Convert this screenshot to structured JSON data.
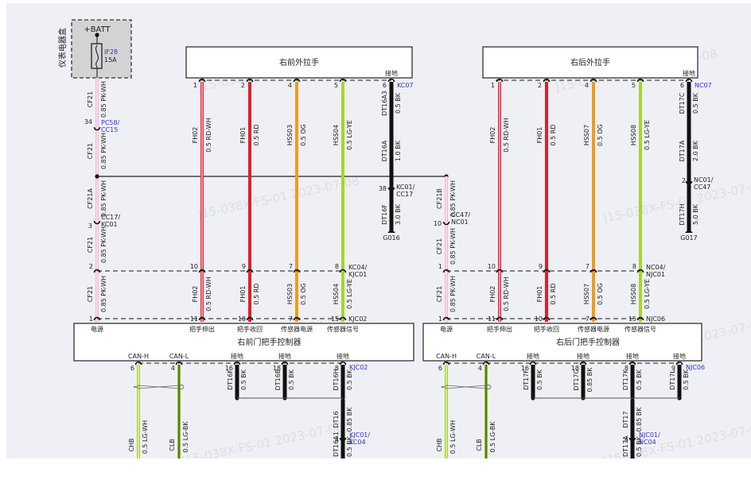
{
  "watermark": "J15-038X-FS-01 2023-07-08",
  "fuse_box": {
    "title": "仪表电器盒",
    "supply": "+BATT",
    "fuse_id": "IF28",
    "fuse_rating": "15A"
  },
  "splices": {
    "top_left": {
      "pin": "34",
      "name": "PC58/\nCC15"
    },
    "cc17": {
      "pin": "3",
      "name": "CC17/\nKC01"
    },
    "kc01": {
      "pin": "38",
      "name": "KC01/\nCC17"
    },
    "cc47": {
      "pin": "10",
      "name": "CC47/\nNC01"
    },
    "nc01": {
      "pin": "2",
      "name": "NC01/\nCC47"
    }
  },
  "grounds": {
    "front": "G016",
    "rear": "G017"
  },
  "front_handle": {
    "title": "右前外拉手",
    "ground_label": "接地",
    "connector": "KC07",
    "pins": [
      {
        "pin": "1",
        "circuit": "FH02",
        "wire": "0.5 RD-WH",
        "color": "RD-WH"
      },
      {
        "pin": "2",
        "circuit": "FH01",
        "wire": "0.5 RD",
        "color": "RD"
      },
      {
        "pin": "4",
        "circuit": "HSS03",
        "wire": "0.5 OG",
        "color": "OG"
      },
      {
        "pin": "5",
        "circuit": "HSS04",
        "wire": "0.5 LG-YE",
        "color": "LG-YE"
      },
      {
        "pin": "6",
        "circuit": "DT16A3",
        "wire": "0.5 BK",
        "color": "BK"
      }
    ],
    "ground_segments": [
      {
        "circuit": "DT16A",
        "wire": "1.0 BK"
      },
      {
        "circuit": "DT16F",
        "wire": "3.0 BK"
      }
    ]
  },
  "rear_handle": {
    "title": "右后外拉手",
    "ground_label": "接地",
    "connector": "NC07",
    "pins": [
      {
        "pin": "1",
        "circuit": "FH02",
        "wire": "0.5 RD-WH",
        "color": "RD-WH"
      },
      {
        "pin": "2",
        "circuit": "FH01",
        "wire": "0.5 RD",
        "color": "RD"
      },
      {
        "pin": "4",
        "circuit": "HSS07",
        "wire": "0.5 OG",
        "color": "OG"
      },
      {
        "pin": "5",
        "circuit": "HSS08",
        "wire": "0.5 LG-YE",
        "color": "LG-YE"
      },
      {
        "pin": "6",
        "circuit": "DT17C",
        "wire": "0.5 BK",
        "color": "BK"
      }
    ],
    "ground_segments": [
      {
        "circuit": "DT17A",
        "wire": "2.0 BK"
      },
      {
        "circuit": "DT17H",
        "wire": "5.0 BK"
      }
    ]
  },
  "power_feed": [
    {
      "circuit": "CF21",
      "wire": "0.85 PK-WH"
    },
    {
      "circuit": "CF21",
      "wire": "0.85 PK-WH"
    },
    {
      "circuit": "CF21A",
      "wire": "0.85 PK-WH"
    },
    {
      "circuit": "CF21",
      "wire": "0.85 PK-WH"
    },
    {
      "circuit": "CF21B",
      "wire": "0.85 PK-WH"
    },
    {
      "circuit": "CF21",
      "wire": "0.85 PK-WH"
    }
  ],
  "front_inline": {
    "connector_upper": "KC04/\nKJC01",
    "connector_lower": "KJC02",
    "upper_pins": [
      "2",
      "10",
      "9",
      "7",
      "8"
    ],
    "lower_pins": [
      "1",
      "11",
      "10",
      "7",
      "15"
    ],
    "wires": [
      {
        "circuit": "CF21",
        "wire": "0.85 PK-WH"
      },
      {
        "circuit": "FH02",
        "wire": "0.5 RD-WH"
      },
      {
        "circuit": "FH01",
        "wire": "0.5 RD"
      },
      {
        "circuit": "HSS03",
        "wire": "0.5 OG"
      },
      {
        "circuit": "HSS04",
        "wire": "0.5 LG-YE"
      }
    ]
  },
  "rear_inline": {
    "connector_upper": "NC04/\nNJC01",
    "connector_lower": "NJC06",
    "upper_pins": [
      "1",
      "10",
      "9",
      "7",
      "8"
    ],
    "lower_pins": [
      "1",
      "11",
      "10",
      "7",
      "15"
    ],
    "wires": [
      {
        "circuit": "CF21",
        "wire": "0.85 PK-WH"
      },
      {
        "circuit": "FH02",
        "wire": "0.5 RD-WH"
      },
      {
        "circuit": "FH01",
        "wire": "0.5 RD"
      },
      {
        "circuit": "HSS07",
        "wire": "0.5 OG"
      },
      {
        "circuit": "HSS08",
        "wire": "0.5 LG-YE"
      }
    ]
  },
  "front_controller": {
    "title": "右前门把手控制器",
    "top_labels": [
      "电源",
      "把手伸出",
      "把手收回",
      "传感器电源",
      "传感器信号"
    ],
    "bottom_labels": [
      "CAN-H",
      "CAN-L",
      "接地",
      "接地",
      "接地"
    ],
    "connector": "KJC02",
    "bottom_pins": [
      "6",
      "4",
      "16",
      "18",
      "8"
    ],
    "can": [
      {
        "circuit": "CHB",
        "wire": "0.5 LG-WH"
      },
      {
        "circuit": "CLB",
        "wire": "0.5 LG-BK"
      }
    ],
    "grounds": [
      {
        "circuit": "DT16F",
        "wire": "0.5 BK"
      },
      {
        "circuit": "DT16B",
        "wire": "0.5 BK"
      },
      {
        "circuit": "DT16H",
        "wire": "0.5 BK"
      }
    ],
    "merge": {
      "circuit": "DT16",
      "wire": "0.85 BK"
    },
    "splice": {
      "pin": "4",
      "name": "KJC01/\nKC04"
    },
    "tail": {
      "circuit": "DT16A1",
      "wire": "0.5 BK"
    }
  },
  "rear_controller": {
    "title": "右后门把手控制器",
    "top_labels": [
      "电源",
      "把手伸出",
      "把手收回",
      "传感器电源",
      "传感器信号"
    ],
    "bottom_labels": [
      "CAN-H",
      "CAN-L",
      "接地",
      "接地",
      "接地",
      "接地"
    ],
    "connector": "NJC06",
    "bottom_pins": [
      "6",
      "4",
      "16",
      "18",
      "8",
      "9"
    ],
    "can": [
      {
        "circuit": "CHB",
        "wire": "0.5 LG-WH"
      },
      {
        "circuit": "CLB",
        "wire": "0.5 LG-BK"
      }
    ],
    "grounds": [
      {
        "circuit": "DT17F",
        "wire": "0.5 BK"
      },
      {
        "circuit": "DT17G",
        "wire": "0.85 BK"
      },
      {
        "circuit": "DT17K",
        "wire": "0.5 BK"
      },
      {
        "circuit": "DT17L",
        "wire": "0.5 BK"
      }
    ],
    "merge": {
      "circuit": "DT17",
      "wire": "0.85 BK"
    },
    "splice": {
      "pin": "4",
      "name": "NJC01/\nNC04"
    },
    "tail": {
      "circuit": "DT17A",
      "wire": "0.5 BK"
    }
  },
  "wire_colors": {
    "PK-WH": "#f4b8cc",
    "RD-WH": "#e8233a",
    "RD": "#e31e26",
    "OG": "#f29a1b",
    "LG-YE": "#a8d42a",
    "LG-WH": "#a8d42a",
    "LG-BK": "#8dc21f",
    "BK": "#111111",
    "connector_blue": "#3333cc"
  }
}
